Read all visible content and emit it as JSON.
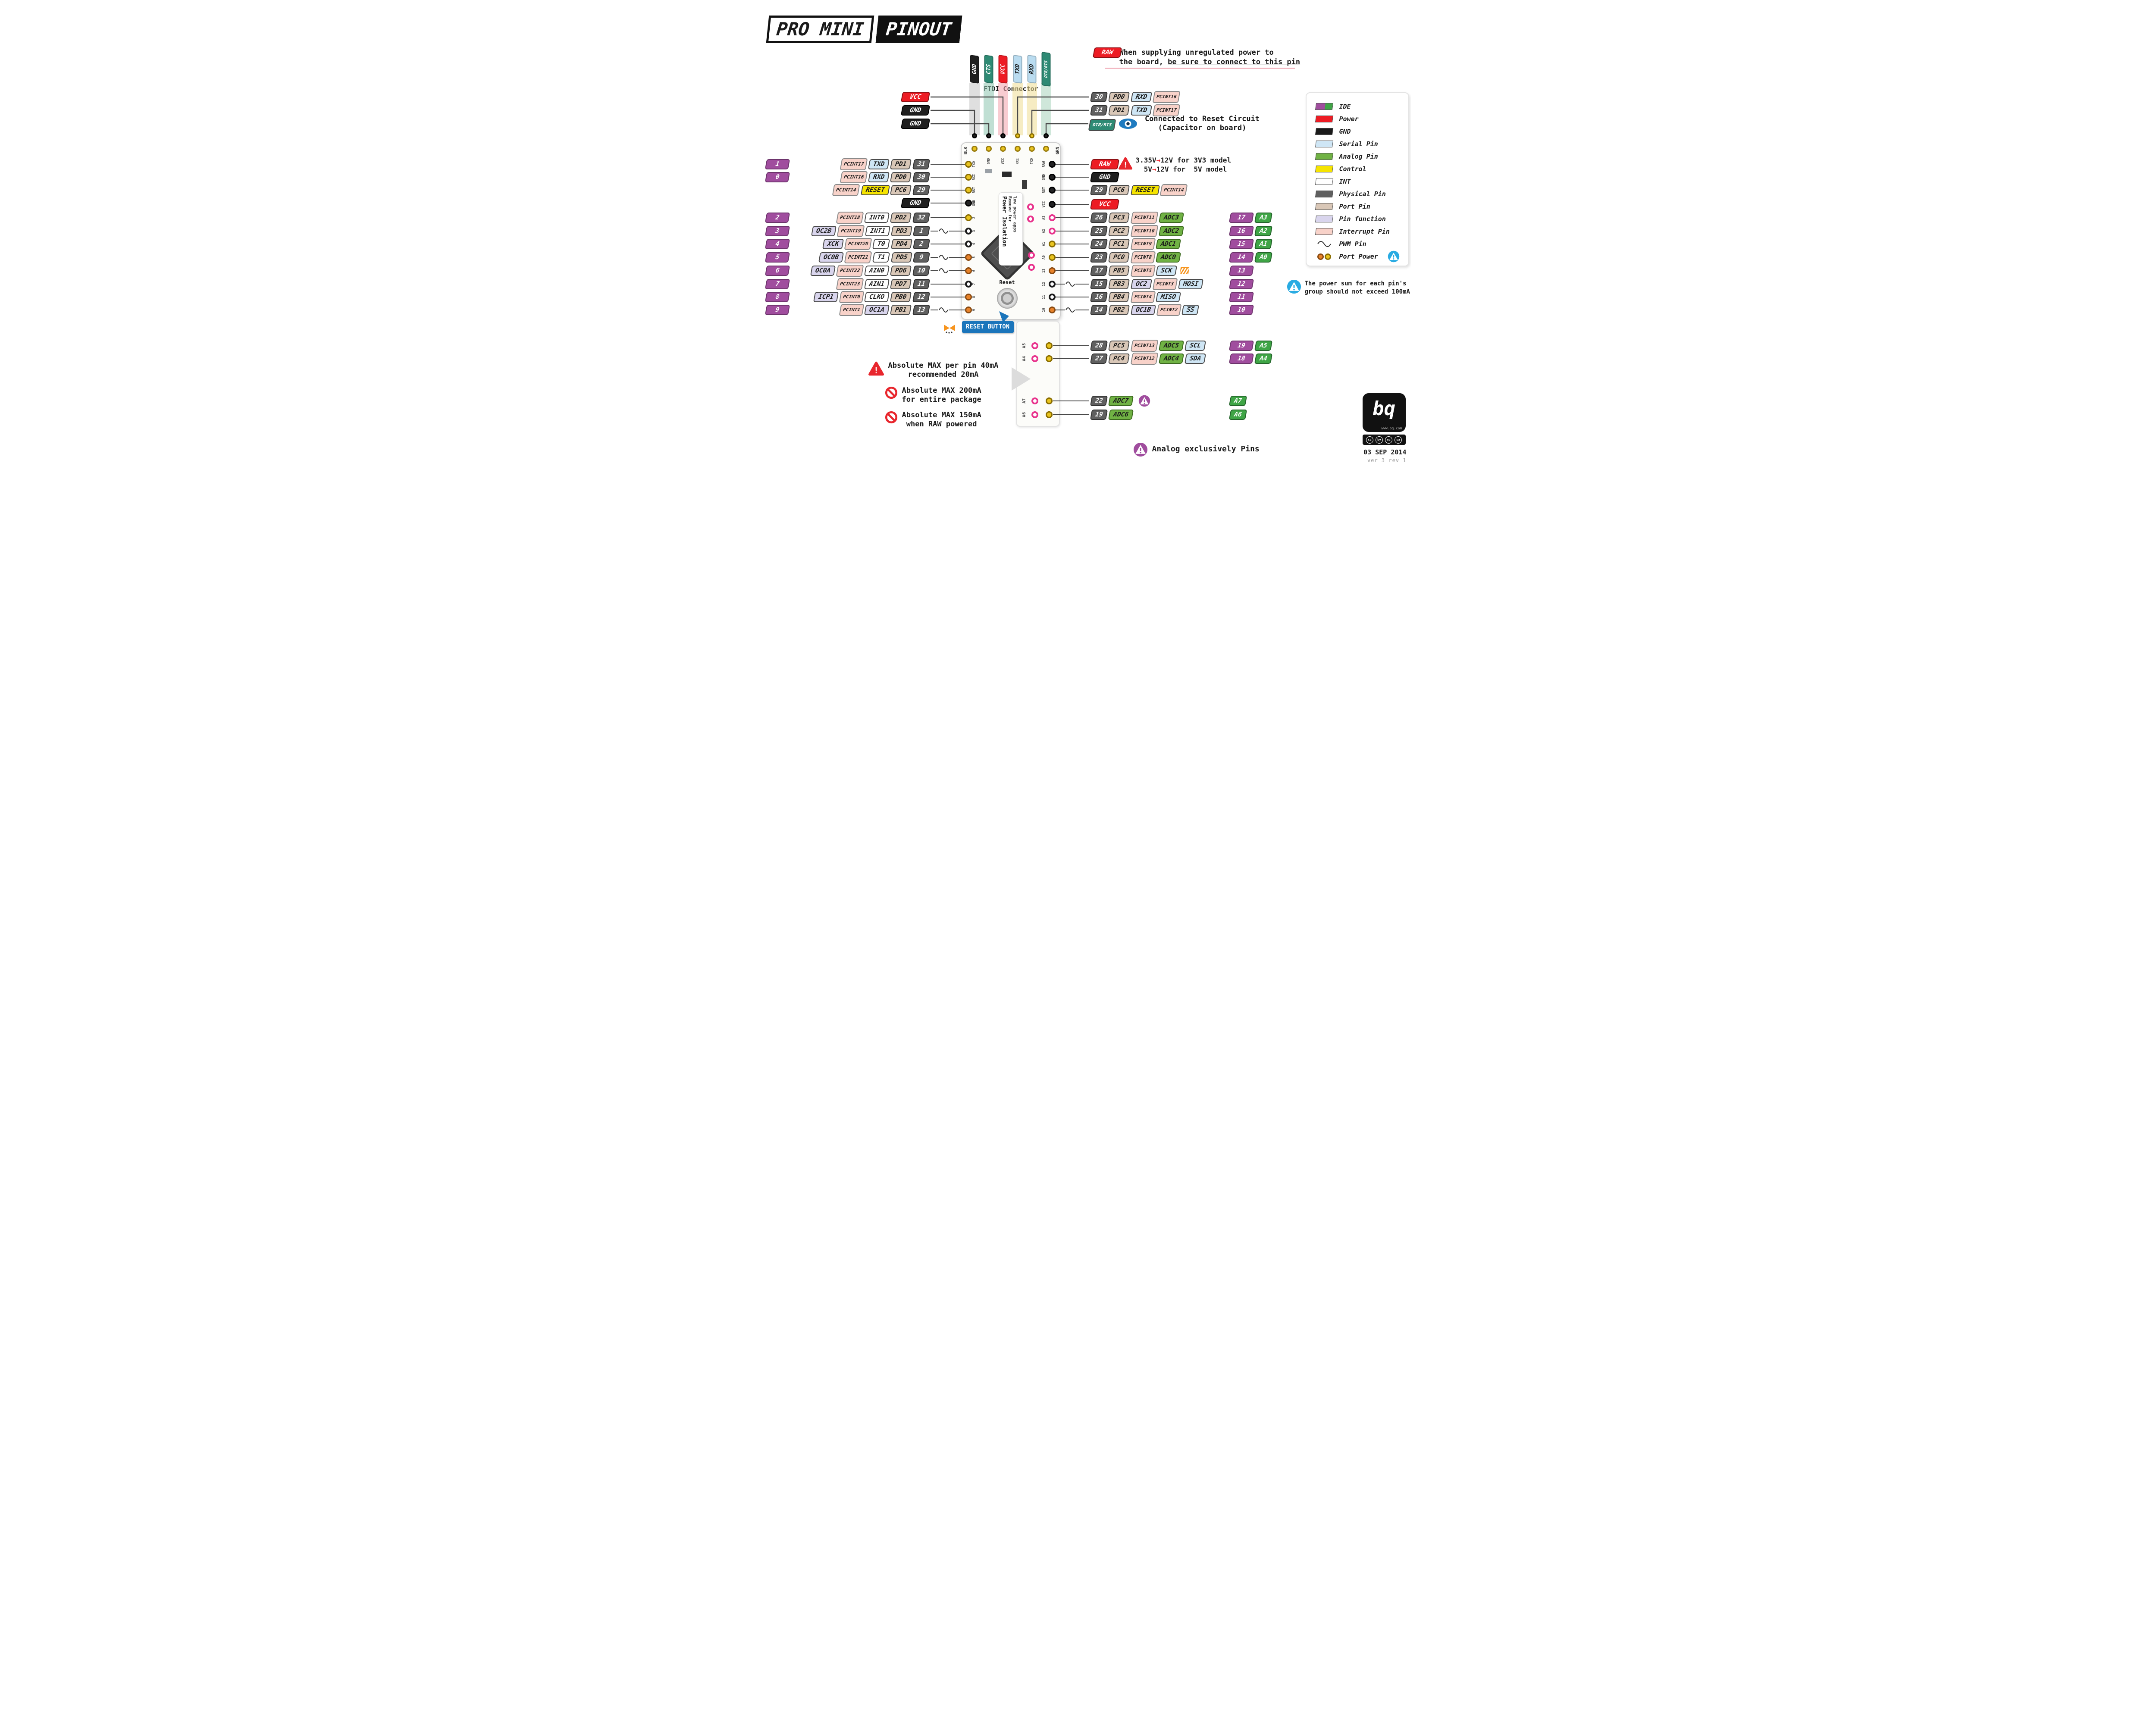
{
  "header": {
    "title1": "PRO MINI",
    "title2": "PINOUT"
  },
  "colors": {
    "ide": "#a04d9e",
    "analog_badge": "#3fa546",
    "analog_pin": "#70b244",
    "power": "#ed1c24",
    "gnd": "#1f1f1f",
    "serial": "#cfe6f5",
    "control": "#f6e400",
    "int": "#ffffff",
    "physical": "#606060",
    "port": "#d9c7b7",
    "pin_function": "#d9d5ed",
    "interrupt": "#f8d2c9",
    "warn_blue": "#29abe2",
    "warn_red": "#e8262d",
    "warn_purple": "#a04d9e",
    "pad_orange": "#e8832a",
    "pad_yellow": "#e9c41f",
    "pad_pink": "#e8338c",
    "ftdi_teal": "#2e8a74",
    "reset_blue": "#1b75bb"
  },
  "ftdi": {
    "caption": "FTDI Connector",
    "pins": [
      {
        "label": "GND",
        "type": "gnd"
      },
      {
        "label": "CTS",
        "type": "cts"
      },
      {
        "label": "VCC",
        "type": "power"
      },
      {
        "label": "TXD",
        "type": "serial2"
      },
      {
        "label": "RXD",
        "type": "serial2"
      },
      {
        "label": "DTR/RTS",
        "type": "dtr"
      }
    ],
    "left_labels": [
      {
        "label": "VCC",
        "type": "power"
      },
      {
        "label": "GND",
        "type": "gnd"
      },
      {
        "label": "GND",
        "type": "gnd"
      }
    ]
  },
  "raw_note": {
    "badge": "RAW",
    "line1": "When supplying unregulated power to",
    "line2_pre": "the board, ",
    "line2_u": "be sure to connect to this pin"
  },
  "voltage_note": {
    "arrow": "→",
    "l1_pre": "3.35V",
    "l1_post": "12V for 3V3 model",
    "l2_pre": "  5V",
    "l2_post": "12V for  5V model"
  },
  "dtr_note": {
    "badge": "DTR/RTS",
    "line1": "Connected to Reset Circuit",
    "line2": "(Capacitor on board)"
  },
  "top_right_rows": [
    {
      "badges": [
        {
          "t": "phys",
          "v": "30"
        },
        {
          "t": "port",
          "v": "PD0"
        },
        {
          "t": "serial",
          "v": "RXD"
        },
        {
          "t": "pcint",
          "v": "PCINT16"
        }
      ]
    },
    {
      "badges": [
        {
          "t": "phys",
          "v": "31"
        },
        {
          "t": "port",
          "v": "PD1"
        },
        {
          "t": "serial",
          "v": "TXD"
        },
        {
          "t": "pcint",
          "v": "PCINT17"
        }
      ]
    }
  ],
  "left_rows": [
    {
      "ide": "1",
      "pad": "yellow",
      "badges": [
        {
          "t": "pcint",
          "v": "PCINT17"
        },
        {
          "t": "serial",
          "v": "TXD"
        },
        {
          "t": "port",
          "v": "PD1"
        },
        {
          "t": "phys",
          "v": "31"
        }
      ]
    },
    {
      "ide": "0",
      "pad": "yellow",
      "badges": [
        {
          "t": "pcint",
          "v": "PCINT16"
        },
        {
          "t": "serial",
          "v": "RXD"
        },
        {
          "t": "port",
          "v": "PD0"
        },
        {
          "t": "phys",
          "v": "30"
        }
      ]
    },
    {
      "ide": null,
      "pad": "yellow",
      "badges": [
        {
          "t": "pcint",
          "v": "PCINT14"
        },
        {
          "t": "control",
          "v": "RESET"
        },
        {
          "t": "port",
          "v": "PC6"
        },
        {
          "t": "phys",
          "v": "29"
        }
      ]
    },
    {
      "ide": null,
      "pad": "black",
      "badges": [
        {
          "t": "gnd",
          "v": "GND"
        }
      ]
    },
    {
      "ide": "2",
      "pad": "yellow",
      "badges": [
        {
          "t": "pcint",
          "v": "PCINT18"
        },
        {
          "t": "int",
          "v": "INT0"
        },
        {
          "t": "port",
          "v": "PD2"
        },
        {
          "t": "phys",
          "v": "32"
        }
      ]
    },
    {
      "ide": "3",
      "pad": "ring",
      "pwm": true,
      "badges": [
        {
          "t": "func",
          "v": "OC2B"
        },
        {
          "t": "pcint",
          "v": "PCINT19"
        },
        {
          "t": "int",
          "v": "INT1"
        },
        {
          "t": "port",
          "v": "PD3"
        },
        {
          "t": "phys",
          "v": "1"
        }
      ]
    },
    {
      "ide": "4",
      "pad": "ring",
      "badges": [
        {
          "t": "func",
          "v": "XCK"
        },
        {
          "t": "pcint",
          "v": "PCINT20"
        },
        {
          "t": "int",
          "v": "T0"
        },
        {
          "t": "port",
          "v": "PD4"
        },
        {
          "t": "phys",
          "v": "2"
        }
      ]
    },
    {
      "ide": "5",
      "pad": "orange",
      "pwm": true,
      "badges": [
        {
          "t": "func",
          "v": "OC0B"
        },
        {
          "t": "pcint",
          "v": "PCINT21"
        },
        {
          "t": "int",
          "v": "T1"
        },
        {
          "t": "port",
          "v": "PD5"
        },
        {
          "t": "phys",
          "v": "9"
        }
      ]
    },
    {
      "ide": "6",
      "pad": "orange",
      "pwm": true,
      "badges": [
        {
          "t": "func",
          "v": "OC0A"
        },
        {
          "t": "pcint",
          "v": "PCINT22"
        },
        {
          "t": "int",
          "v": "AIN0"
        },
        {
          "t": "port",
          "v": "PD6"
        },
        {
          "t": "phys",
          "v": "10"
        }
      ]
    },
    {
      "ide": "7",
      "pad": "ring",
      "badges": [
        {
          "t": "pcint",
          "v": "PCINT23"
        },
        {
          "t": "int",
          "v": "AIN1"
        },
        {
          "t": "port",
          "v": "PD7"
        },
        {
          "t": "phys",
          "v": "11"
        }
      ]
    },
    {
      "ide": "8",
      "pad": "orange",
      "badges": [
        {
          "t": "func",
          "v": "ICP1"
        },
        {
          "t": "pcint",
          "v": "PCINT0"
        },
        {
          "t": "int",
          "v": "CLKO"
        },
        {
          "t": "port",
          "v": "PB0"
        },
        {
          "t": "phys",
          "v": "12"
        }
      ]
    },
    {
      "ide": "9",
      "pad": "orange",
      "pwm": true,
      "badges": [
        {
          "t": "pcint",
          "v": "PCINT1"
        },
        {
          "t": "func",
          "v": "OC1A"
        },
        {
          "t": "port",
          "v": "PB1"
        },
        {
          "t": "phys",
          "v": "13"
        }
      ]
    }
  ],
  "right_rows": [
    {
      "pad": "black",
      "badges": [
        {
          "t": "power",
          "v": "RAW"
        }
      ]
    },
    {
      "pad": "black",
      "badges": [
        {
          "t": "gnd",
          "v": "GND"
        }
      ]
    },
    {
      "pad": "black",
      "badges": [
        {
          "t": "phys",
          "v": "29"
        },
        {
          "t": "port",
          "v": "PC6"
        },
        {
          "t": "control",
          "v": "RESET"
        },
        {
          "t": "pcint",
          "v": "PCINT14"
        }
      ]
    },
    {
      "pad": "black",
      "badges": [
        {
          "t": "power",
          "v": "VCC"
        }
      ]
    },
    {
      "pad": "pink",
      "badges": [
        {
          "t": "phys",
          "v": "26"
        },
        {
          "t": "port",
          "v": "PC3"
        },
        {
          "t": "pcint",
          "v": "PCINT11"
        },
        {
          "t": "analog",
          "v": "ADC3"
        }
      ],
      "right": [
        {
          "t": "ide",
          "v": "17"
        },
        {
          "t": "acell",
          "v": "A3"
        }
      ]
    },
    {
      "pad": "pink",
      "badges": [
        {
          "t": "phys",
          "v": "25"
        },
        {
          "t": "port",
          "v": "PC2"
        },
        {
          "t": "pcint",
          "v": "PCINT10"
        },
        {
          "t": "analog",
          "v": "ADC2"
        }
      ],
      "right": [
        {
          "t": "ide",
          "v": "16"
        },
        {
          "t": "acell",
          "v": "A2"
        }
      ]
    },
    {
      "pad": "yellow",
      "badges": [
        {
          "t": "phys",
          "v": "24"
        },
        {
          "t": "port",
          "v": "PC1"
        },
        {
          "t": "pcint",
          "v": "PCINT9"
        },
        {
          "t": "analog",
          "v": "ADC1"
        }
      ],
      "right": [
        {
          "t": "ide",
          "v": "15"
        },
        {
          "t": "acell",
          "v": "A1"
        }
      ]
    },
    {
      "pad": "yellow",
      "badges": [
        {
          "t": "phys",
          "v": "23"
        },
        {
          "t": "port",
          "v": "PC0"
        },
        {
          "t": "pcint",
          "v": "PCINT8"
        },
        {
          "t": "analog",
          "v": "ADC0"
        }
      ],
      "right": [
        {
          "t": "ide",
          "v": "14"
        },
        {
          "t": "acell",
          "v": "A0"
        }
      ]
    },
    {
      "pad": "orange",
      "icon": "clock",
      "badges": [
        {
          "t": "phys",
          "v": "17"
        },
        {
          "t": "port",
          "v": "PB5"
        },
        {
          "t": "pcint",
          "v": "PCINT5"
        },
        {
          "t": "serial",
          "v": "SCK"
        }
      ],
      "right": [
        {
          "t": "ide",
          "v": "13"
        }
      ]
    },
    {
      "pad": "ring",
      "pwm": true,
      "badges": [
        {
          "t": "phys",
          "v": "15"
        },
        {
          "t": "port",
          "v": "PB3"
        },
        {
          "t": "func",
          "v": "OC2"
        },
        {
          "t": "pcint",
          "v": "PCINT3"
        },
        {
          "t": "serial",
          "v": "MOSI"
        }
      ],
      "right": [
        {
          "t": "ide",
          "v": "12"
        }
      ]
    },
    {
      "pad": "ring",
      "badges": [
        {
          "t": "phys",
          "v": "16"
        },
        {
          "t": "port",
          "v": "PB4"
        },
        {
          "t": "pcint",
          "v": "PCINT4"
        },
        {
          "t": "serial",
          "v": "MISO"
        }
      ],
      "right": [
        {
          "t": "ide",
          "v": "11"
        }
      ]
    },
    {
      "pad": "orange",
      "pwm": true,
      "badges": [
        {
          "t": "phys",
          "v": "14"
        },
        {
          "t": "port",
          "v": "PB2"
        },
        {
          "t": "func",
          "v": "OC1B"
        },
        {
          "t": "pcint",
          "v": "PCINT2"
        },
        {
          "t": "serial",
          "v": "SS",
          "over": true
        }
      ],
      "right": [
        {
          "t": "ide",
          "v": "10"
        }
      ]
    }
  ],
  "bottom_rows": [
    {
      "pad": "yellow",
      "badges": [
        {
          "t": "phys",
          "v": "28"
        },
        {
          "t": "port",
          "v": "PC5"
        },
        {
          "t": "pcint",
          "v": "PCINT13"
        },
        {
          "t": "analog",
          "v": "ADC5"
        },
        {
          "t": "serial",
          "v": "SCL"
        }
      ],
      "right": [
        {
          "t": "ide",
          "v": "19"
        },
        {
          "t": "acell",
          "v": "A5"
        }
      ]
    },
    {
      "pad": "yellow",
      "badges": [
        {
          "t": "phys",
          "v": "27"
        },
        {
          "t": "port",
          "v": "PC4"
        },
        {
          "t": "pcint",
          "v": "PCINT12"
        },
        {
          "t": "analog",
          "v": "ADC4"
        },
        {
          "t": "serial",
          "v": "SDA"
        }
      ],
      "right": [
        {
          "t": "ide",
          "v": "18"
        },
        {
          "t": "acell",
          "v": "A4"
        }
      ]
    },
    {
      "pad": "yellow",
      "icon": "analogwarn",
      "badges": [
        {
          "t": "phys",
          "v": "22"
        },
        {
          "t": "analog",
          "v": "ADC7"
        }
      ],
      "right": [
        {
          "t": "acell",
          "v": "A7"
        }
      ]
    },
    {
      "pad": "yellow",
      "badges": [
        {
          "t": "phys",
          "v": "19"
        },
        {
          "t": "analog",
          "v": "ADC6"
        }
      ],
      "right": [
        {
          "t": "acell",
          "v": "A6"
        }
      ]
    }
  ],
  "board": {
    "corner_left": "BLK",
    "corner_right": "GRN",
    "top_edge": [
      "GND",
      "VCC",
      "RXI",
      "TXO"
    ],
    "left_edge": [
      "TXO",
      "RXI",
      "RST",
      "GND",
      "2",
      "3",
      "4",
      "5",
      "6",
      "7",
      "8",
      "9"
    ],
    "right_edge": [
      "RAW",
      "GND",
      "RST",
      "VCC",
      "A3",
      "A2",
      "A1",
      "A0",
      "13",
      "12",
      "11",
      "10"
    ],
    "ext_labels": [
      "A5",
      "A4",
      "A7",
      "A6"
    ],
    "isolation": [
      "Power Isolation",
      "Remove for",
      "low power apps"
    ],
    "reset": "Reset"
  },
  "reset_button": {
    "label": "RESET BUTTON"
  },
  "legend": {
    "items": [
      {
        "sw": "ide2",
        "label": "IDE"
      },
      {
        "sw": "power",
        "label": "Power"
      },
      {
        "sw": "gnd",
        "label": "GND"
      },
      {
        "sw": "serial",
        "label": "Serial Pin"
      },
      {
        "sw": "analog",
        "label": "Analog Pin"
      },
      {
        "sw": "control",
        "label": "Control"
      },
      {
        "sw": "int",
        "label": "INT"
      },
      {
        "sw": "phys",
        "label": "Physical Pin"
      },
      {
        "sw": "port",
        "label": "Port Pin"
      },
      {
        "sw": "func",
        "label": "Pin function"
      },
      {
        "sw": "pcint",
        "label": "Interrupt Pin"
      },
      {
        "sw": "pwm",
        "label": "PWM Pin"
      },
      {
        "sw": "portpower",
        "label": "Port Power"
      }
    ]
  },
  "power_sum_note": {
    "line1": "The power sum for each pin's",
    "line2": "group should not exceed 100mA"
  },
  "warnings": [
    {
      "icon": "triangle",
      "line1": "Absolute MAX per pin 40mA",
      "line2": "recommended 20mA"
    },
    {
      "icon": "noentry",
      "line1": "Absolute MAX 200mA",
      "line2": "for entire package"
    },
    {
      "icon": "noentry",
      "line1": "Absolute MAX 150mA",
      "line2": "when RAW powered"
    }
  ],
  "analog_note": {
    "text": "Analog exclusively Pins"
  },
  "footer": {
    "logo": "bq",
    "url": "www.bq.com",
    "cc": [
      "cc",
      "by",
      "nc",
      "sa"
    ],
    "date": "03 SEP 2014",
    "version": "ver 3 rev 1"
  }
}
